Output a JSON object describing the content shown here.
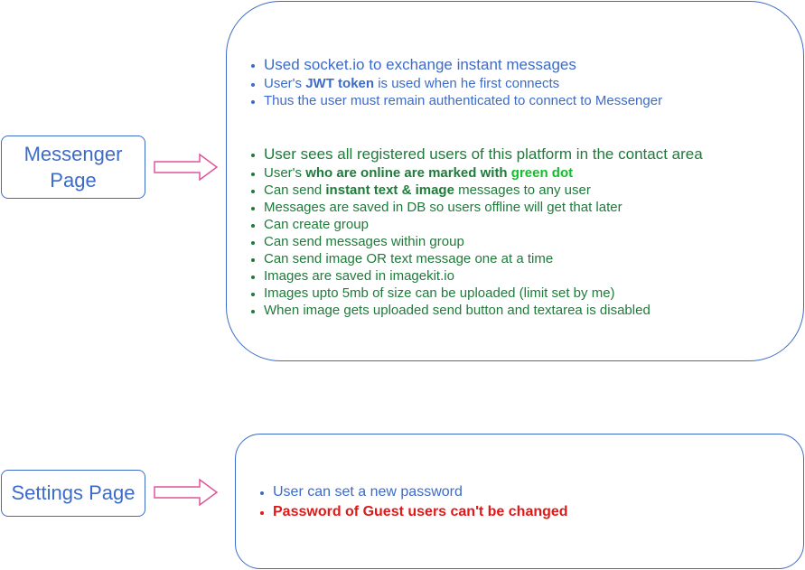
{
  "nodes": {
    "messenger": {
      "label_line1": "Messenger",
      "label_line2": "Page"
    },
    "settings": {
      "label": "Settings Page"
    }
  },
  "messenger_panel": {
    "auth": {
      "item1": "Used socket.io to exchange instant messages",
      "item2": {
        "pre": "User's ",
        "bold": "JWT token",
        "post": " is used when he first connects"
      },
      "item3": "Thus the user must remain authenticated to connect to Messenger"
    },
    "features": {
      "item1": "User sees all registered users of this platform in the contact area",
      "item2": {
        "pre": "User's ",
        "bold": "who are online are marked with ",
        "green": "green dot"
      },
      "item3": {
        "pre": "Can send ",
        "bold": "instant text & image",
        "post": " messages to any user"
      },
      "item4": "Messages are saved in DB so users offline will get that later",
      "item5": "Can create group",
      "item6": "Can send messages within group",
      "item7": "Can send image OR text message one at a time",
      "item8": "Images are saved in imagekit.io",
      "item9": "Images upto 5mb of size can be uploaded (limit set by me)",
      "item10": "When image gets uploaded send button and textarea is disabled"
    }
  },
  "settings_panel": {
    "item1": "User can set a new password",
    "item2": "Password of Guest users can't be changed"
  },
  "colors": {
    "border": "#3c6bc9",
    "blue_text": "#3c6bc9",
    "dark_green_text": "#1e7b3a",
    "bright_green": "#0fbf2a",
    "red": "#e21818",
    "arrow": "#e0559a"
  }
}
